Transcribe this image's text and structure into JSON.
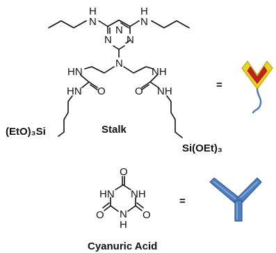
{
  "stalk": {
    "label": "Stalk",
    "atoms": {
      "nh_left": "H",
      "nh_left_n": "N",
      "nh_right": "H",
      "nh_right_n": "N",
      "ring_n_left": "N",
      "ring_n_right": "N",
      "ring_n_bottom": "N",
      "amine_n": "N",
      "hn_upper_left": "HN",
      "nh_upper_right": "NH",
      "hn_lower_left": "HN",
      "o_left": "O",
      "o_right": "O",
      "nh_lower_right": "NH",
      "si_left": "(EtO)₃Si",
      "si_right": "Si(OEt)₃"
    },
    "equals": "="
  },
  "cyanuric": {
    "label": "Cyanuric Acid",
    "atoms": {
      "o_top": "O",
      "hn_left": "HN",
      "nh_right": "NH",
      "o_left": "O",
      "o_right": "O",
      "n_bottom": "N",
      "h_bottom": "H"
    },
    "equals": "="
  },
  "colors": {
    "stalk_outer": "#e8d21a",
    "stalk_inner": "#c8201e",
    "stalk_line": "#4a78b8",
    "tripod": "#4f7fc0",
    "tripod_dark": "#2f5a96"
  }
}
